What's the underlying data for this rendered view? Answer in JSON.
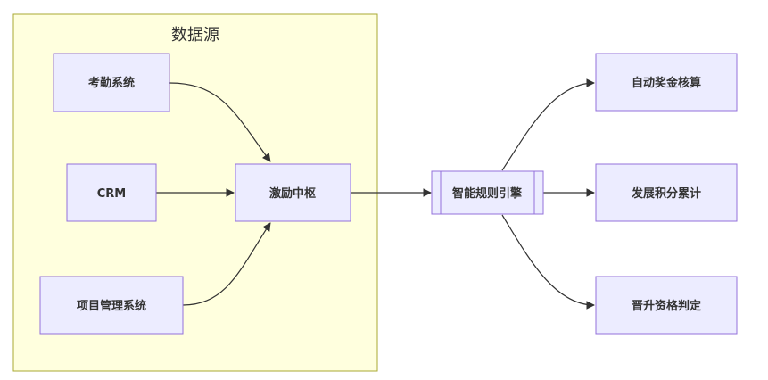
{
  "cluster": {
    "title": "数据源"
  },
  "nodes": {
    "attendance": "考勤系统",
    "crm": "CRM",
    "project": "项目管理系统",
    "hub": "激励中枢",
    "engine": "智能规则引擎",
    "bonus": "自动奖金核算",
    "points": "发展积分累计",
    "promotion": "晋升资格判定"
  },
  "colors": {
    "node_fill": "#ececff",
    "node_stroke": "#9370db",
    "cluster_fill": "#ffffde",
    "cluster_stroke": "#aaaa33",
    "edge": "#333333"
  }
}
